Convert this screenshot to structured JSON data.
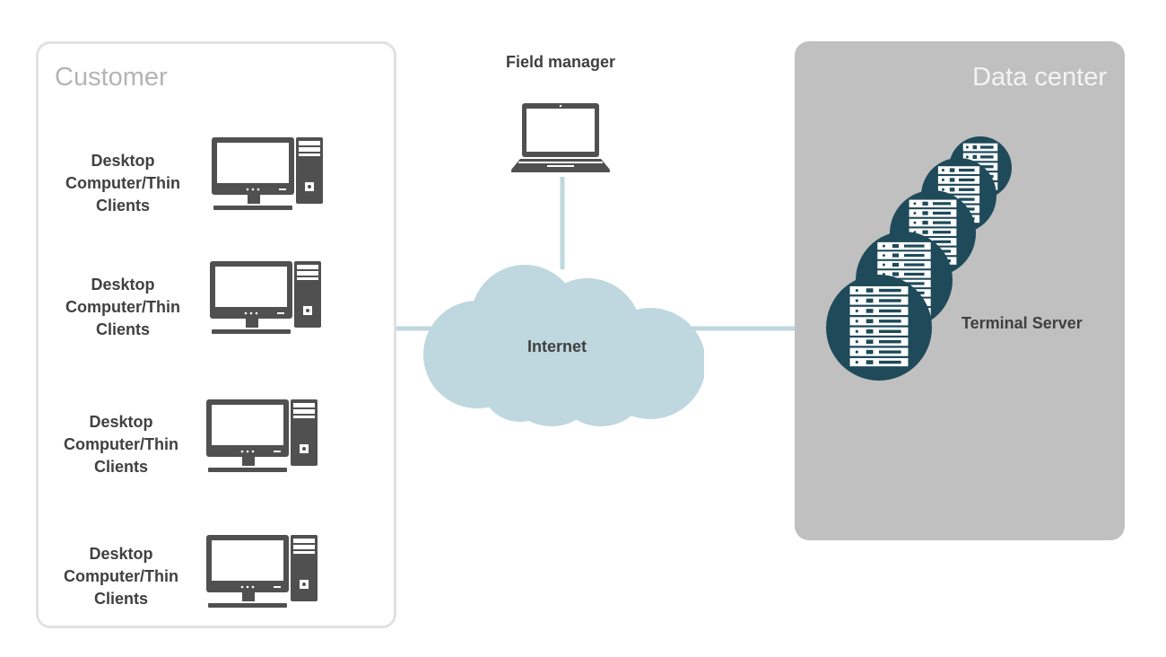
{
  "customer": {
    "title": "Customer",
    "clients": [
      {
        "lines": [
          "Desktop",
          "Computer/Thin",
          "Clients"
        ],
        "icon": "desktop-computer-icon"
      },
      {
        "lines": [
          "Desktop",
          "Computer/Thin",
          "Clients"
        ],
        "icon": "desktop-computer-icon"
      },
      {
        "lines": [
          "Desktop",
          "Computer/Thin",
          "Clients"
        ],
        "icon": "desktop-computer-icon"
      },
      {
        "lines": [
          "Desktop",
          "Computer/Thin",
          "Clients"
        ],
        "icon": "desktop-computer-icon"
      }
    ]
  },
  "field_manager": {
    "label": "Field manager",
    "icon": "laptop-icon"
  },
  "internet": {
    "label": "Internet",
    "icon": "cloud-icon"
  },
  "data_center": {
    "title": "Data center",
    "server": {
      "label": "Terminal Server",
      "icon": "server-rack-icon"
    }
  },
  "colors": {
    "connector": "#bfd7de",
    "device": "#505050",
    "server_circle": "#1f4a5a",
    "customer_border": "#e1e1e1",
    "datacenter_bg": "#c0c0c0"
  }
}
